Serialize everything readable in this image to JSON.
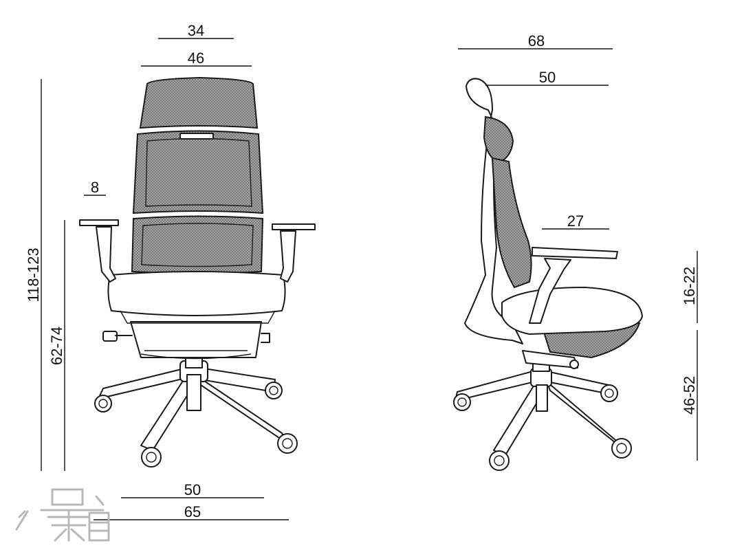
{
  "front_view": {
    "headrest_width": "34",
    "back_width": "46",
    "armrest_width": "8",
    "total_height": "118-123",
    "armrest_height": "62-74",
    "seat_width": "50",
    "base_width": "65"
  },
  "side_view": {
    "total_depth": "68",
    "seat_depth": "50",
    "armrest_length": "27",
    "armrest_above_seat": "16-22",
    "seat_height": "46-52"
  },
  "logo": {
    "icon": "desk-chair-logo-icon"
  },
  "colors": {
    "line": "#1a1a1a",
    "mesh": "#7a7a7a",
    "logo": "#b8b8b8"
  }
}
